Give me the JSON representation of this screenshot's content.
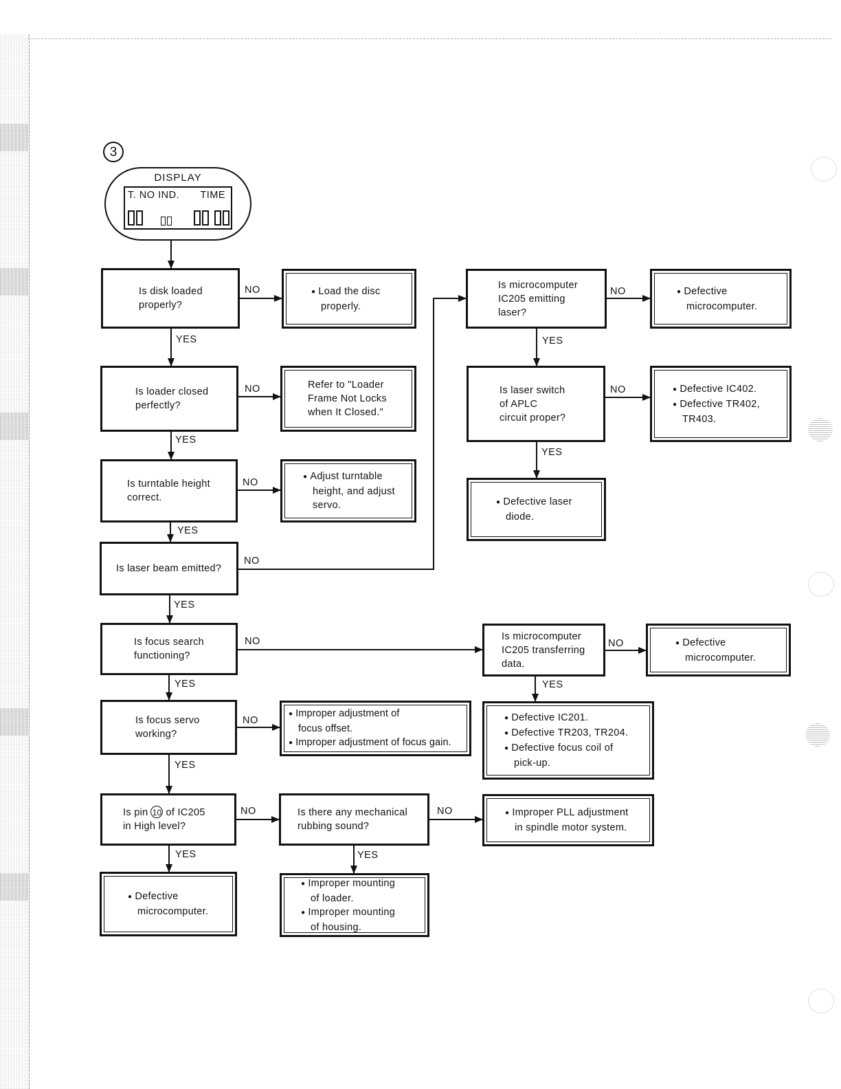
{
  "section_number": "3",
  "display": {
    "title": "DISPLAY",
    "track_label": "T. NO IND.",
    "time_label": "TIME"
  },
  "labels": {
    "yes": "YES",
    "no": "NO"
  },
  "nodes": {
    "q_disk_loaded": "Is disk loaded\nproperly?",
    "r_load_disc": [
      "Load the disc\nproperly."
    ],
    "q_loader_closed": "Is loader closed\nperfectly?",
    "r_refer_loader": "Refer to \"Loader\nFrame Not Locks\nwhen It Closed.\"",
    "q_turntable_height": "Is turntable height\ncorrect.",
    "r_adjust_turntable": [
      "Adjust turntable\nheight, and adjust\nservo."
    ],
    "q_laser_beam": "Is laser beam emitted?",
    "q_ic205_laser": "Is microcomputer\nIC205 emitting\nlaser?",
    "r_defective_micro_1": [
      "Defective\nmicrocomputer."
    ],
    "q_laser_switch": "Is laser switch\nof APLC\ncircuit proper?",
    "r_defective_ic402": [
      "Defective IC402.",
      "Defective TR402,\nTR403."
    ],
    "r_defective_laser_diode": [
      "Defective laser\ndiode."
    ],
    "q_focus_search": "Is focus search\nfunctioning?",
    "q_ic205_transfer": "Is microcomputer\nIC205 transferring\ndata.",
    "r_defective_micro_2": [
      "Defective\nmicrocomputer."
    ],
    "r_defective_ic201": [
      "Defective IC201.",
      "Defective TR203, TR204.",
      "Defective focus coil of\npick-up."
    ],
    "q_focus_servo": "Is focus servo\nworking?",
    "r_focus_adjust": [
      "Improper adjustment of\nfocus offset.",
      "Improper adjustment of focus gain."
    ],
    "q_pin10": {
      "prefix": "Is pin",
      "pin": "10",
      "suffix": "of IC205\nin High level?"
    },
    "q_rubbing": "Is there any mechanical\nrubbing sound?",
    "r_pll": [
      "Improper PLL adjustment\nin spindle motor system."
    ],
    "r_defective_micro_3": [
      "Defective\nmicrocomputer."
    ],
    "r_mounting": [
      "Improper mounting\nof loader.",
      "Improper mounting\nof housing."
    ]
  }
}
